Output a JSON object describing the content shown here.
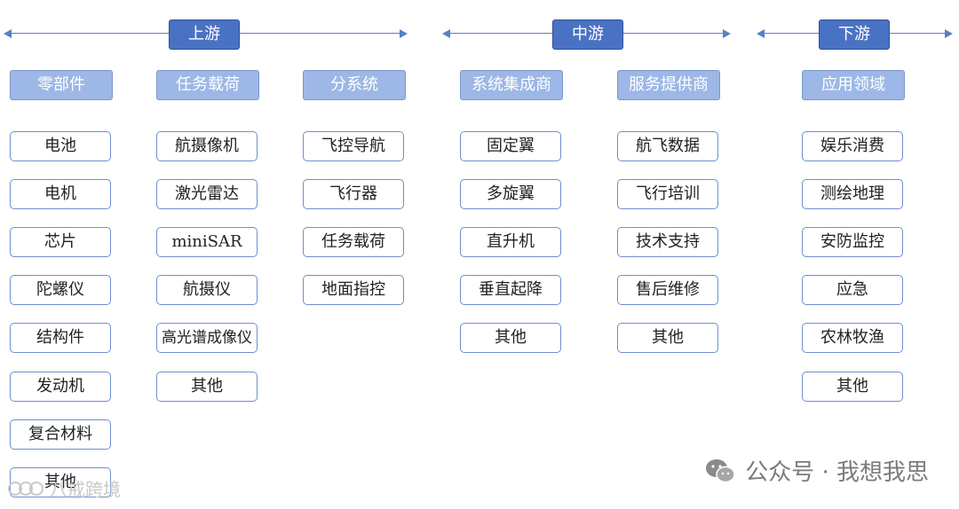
{
  "stages": {
    "upstream": "上游",
    "midstream": "中游",
    "downstream": "下游"
  },
  "categories": {
    "components": "零部件",
    "payload": "任务载荷",
    "subsystem": "分系统",
    "integrator": "系统集成商",
    "service": "服务提供商",
    "application": "应用领域"
  },
  "items": {
    "components": [
      "电池",
      "电机",
      "芯片",
      "陀螺仪",
      "结构件",
      "发动机",
      "复合材料",
      "其他"
    ],
    "payload": [
      "航摄像机",
      "激光雷达",
      "miniSAR",
      "航摄仪",
      "高光谱成像仪",
      "其他"
    ],
    "subsystem": [
      "飞控导航",
      "飞行器",
      "任务载荷",
      "地面指控"
    ],
    "integrator": [
      "固定翼",
      "多旋翼",
      "直升机",
      "垂直起降",
      "其他"
    ],
    "service": [
      "航飞数据",
      "飞行培训",
      "技术支持",
      "售后维修",
      "其他"
    ],
    "application": [
      "娱乐消费",
      "测绘地理",
      "安防监控",
      "应急",
      "农林牧渔",
      "其他"
    ]
  },
  "watermarks": {
    "right": "公众号 · 我想我思",
    "left": "八戒跨境"
  }
}
